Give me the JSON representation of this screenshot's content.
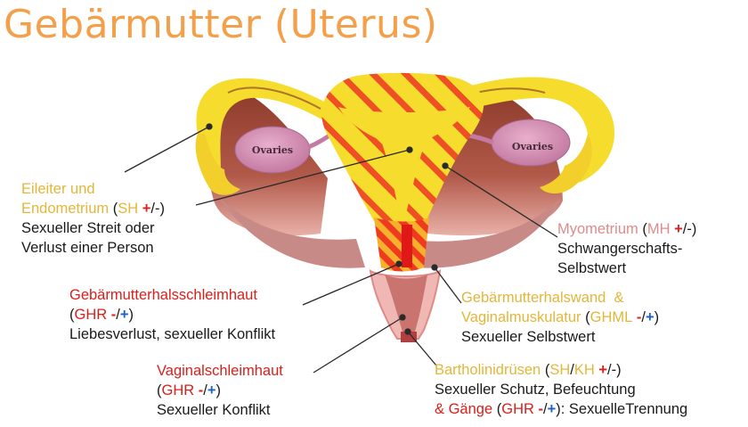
{
  "title": "Gebärmutter (Uterus)",
  "ovary_left": "Ovaries",
  "ovary_right": "Ovaries",
  "labels": {
    "eileiter": {
      "line1": "Eileiter und",
      "line2a": "Endometrium",
      "open": " (",
      "code": "SH",
      "plus": "+",
      "minus": "/-)",
      "line3": "Sexueller Streit oder",
      "line4": "Verlust einer Person"
    },
    "myometrium": {
      "name": "Myometrium",
      "open": " (",
      "code": "MH",
      "plus": "+",
      "minus": "/-)",
      "line2": "Schwangerschafts-",
      "line3": "Selbstwert"
    },
    "halsschleimhaut": {
      "name": "Gebärmutterhalsschleimhaut",
      "open": "(",
      "code": "GHR",
      "minus": " -",
      "slash": "/",
      "plus": "+",
      "close": ")",
      "line3": "Liebesverlust, sexueller Konflikt"
    },
    "halswand": {
      "line1": "Gebärmutterhalswand  &",
      "line2a": "Vaginalmuskulatur",
      "open": " (",
      "code": "GHML",
      "minus": " -",
      "slash": "/",
      "plus": "+",
      "close": ")",
      "line3": "Sexueller Selbstwert"
    },
    "vaginal": {
      "name": "Vaginalschleimhaut",
      "open": "(",
      "code": "GHR",
      "minus": " -",
      "slash": "/",
      "plus": "+",
      "close": ")",
      "line3": "Sexueller Konflikt"
    },
    "bartholin": {
      "name": "Bartholinidrüsen",
      "open": " (",
      "code1": "SH",
      "slash": "/",
      "code2": "KH",
      "plus": " +",
      "minus": "/-)",
      "line2": "Sexueller Schutz, Befeuchtung",
      "line3a": "& Gänge",
      "open2": " (",
      "code3": "GHR",
      "minus2": " -",
      "slash2": "/",
      "plus2": "+",
      "tail": "): SexuelleTrennung"
    }
  }
}
